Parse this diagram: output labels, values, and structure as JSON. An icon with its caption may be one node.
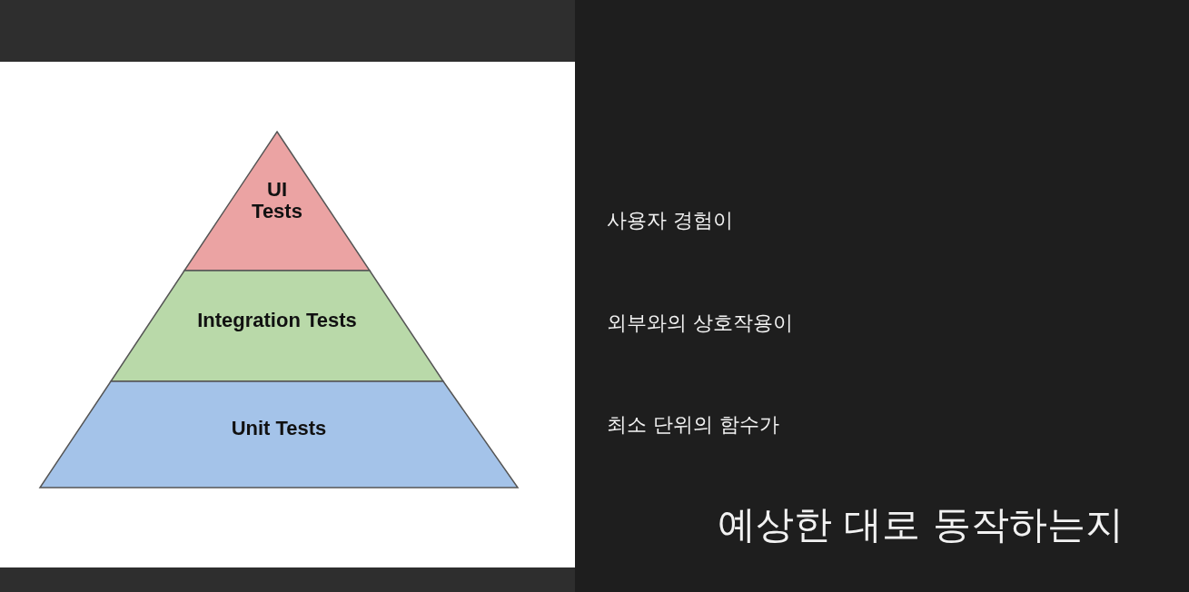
{
  "diagram": {
    "nodes": [
      {
        "text": [
          "UI Tests"
        ]
      },
      {
        "text": [
          "Integration Tests"
        ]
      },
      {
        "text": [
          "Unit Tests"
        ]
      }
    ],
    "labels": [
      "사용자 경험이",
      "외부와의 상호작용이",
      "최소 단위의 함수가",
      "예상한 대로 동작하는지"
    ]
  }
}
